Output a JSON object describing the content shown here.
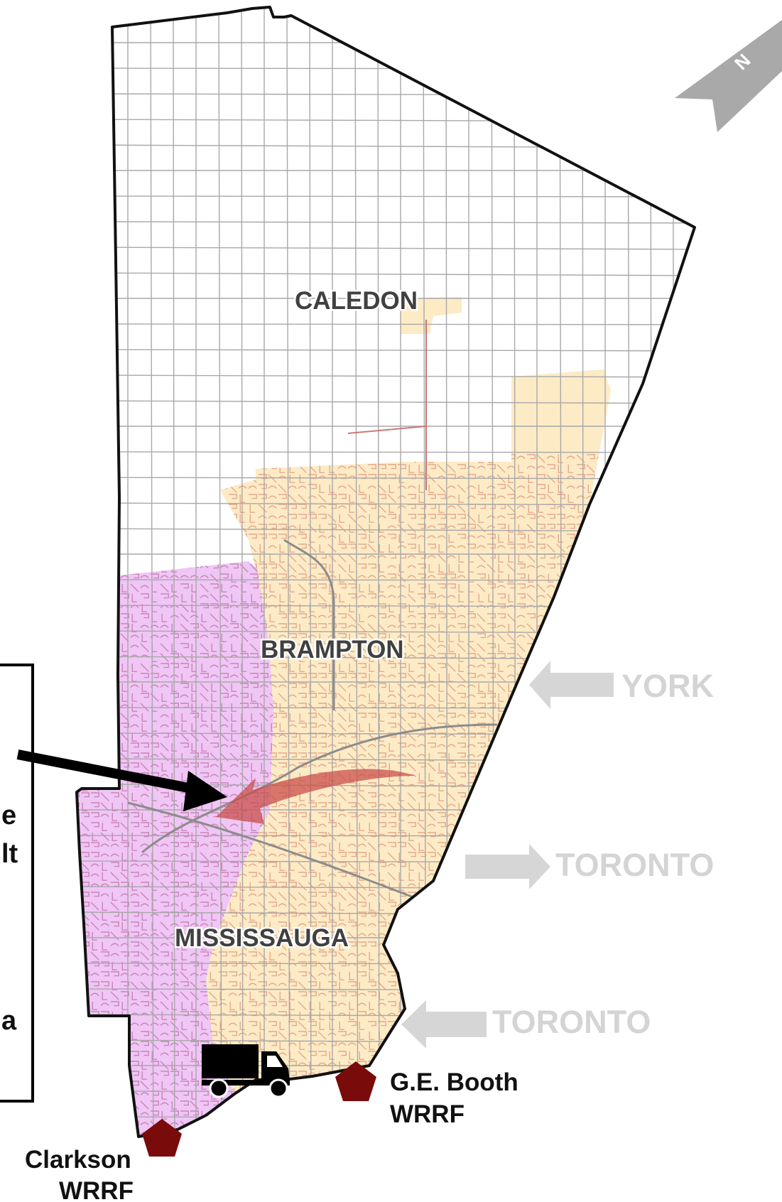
{
  "map": {
    "colors": {
      "caledon": "#ffffff",
      "brampton_zone": "#fdebc6",
      "mississauga_zone": "#efc6f5",
      "roads_fine_orange": "#d9937a",
      "roads_fine_pink": "#b8699b",
      "roads_grid": "#a8a8a8",
      "boundary": "#111111",
      "neighbor_arrow": "#d6d6d6",
      "flow_arrow": "#c9504b",
      "facility": "#7a0b0b"
    },
    "municipalities": [
      {
        "id": "caledon",
        "label": "CALEDON"
      },
      {
        "id": "brampton",
        "label": "BRAMPTON"
      },
      {
        "id": "mississauga",
        "label": "MISSISSAUGA"
      }
    ],
    "neighbors": [
      {
        "id": "york",
        "label": "YORK"
      },
      {
        "id": "toronto-1",
        "label": "TORONTO"
      },
      {
        "id": "toronto-2",
        "label": "TORONTO"
      }
    ],
    "facilities": [
      {
        "id": "ge-booth",
        "line1": "G.E. Booth",
        "line2": "WRRF"
      },
      {
        "id": "clarkson",
        "line1": "Clarkson",
        "line2": "WRRF"
      }
    ],
    "north_arrow": {
      "label": "N"
    },
    "callout_box": {
      "fragments": [
        "e",
        "lt",
        "a"
      ]
    },
    "icons": {
      "truck": "truck-icon",
      "facility": "pentagon-icon",
      "north": "north-arrow-icon"
    }
  }
}
